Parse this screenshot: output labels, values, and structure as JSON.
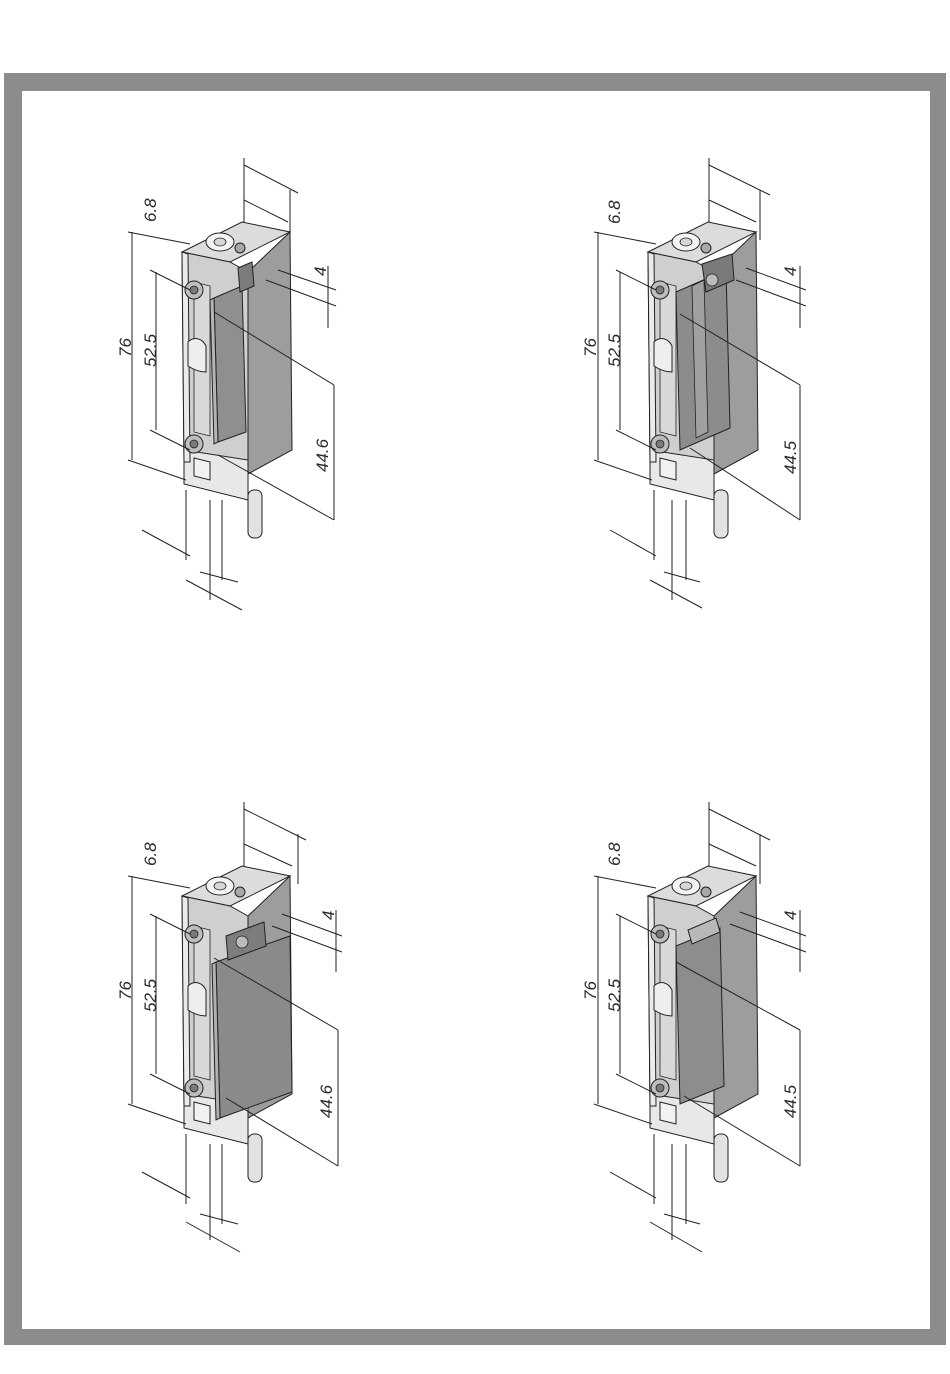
{
  "colors": {
    "frame": "#8c8c8c",
    "body_light": "#e6e6e6",
    "body_mid": "#c9c9c9",
    "body_dark": "#9d9d9d",
    "latch": "#8f8f8f",
    "line": "#222222"
  },
  "views": [
    {
      "label_76": "76",
      "label_52_5": "52.5",
      "label_6_8": "6.8",
      "label_4": "4",
      "label_latch": "44.6",
      "variant": "a"
    },
    {
      "label_76": "76",
      "label_52_5": "52.5",
      "label_6_8": "6.8",
      "label_4": "4",
      "label_latch": "44.5",
      "variant": "b"
    },
    {
      "label_76": "76",
      "label_52_5": "52.5",
      "label_6_8": "6.8",
      "label_4": "4",
      "label_latch": "44.6",
      "variant": "c"
    },
    {
      "label_76": "76",
      "label_52_5": "52.5",
      "label_6_8": "6.8",
      "label_4": "4",
      "label_latch": "44.5",
      "variant": "d"
    }
  ]
}
